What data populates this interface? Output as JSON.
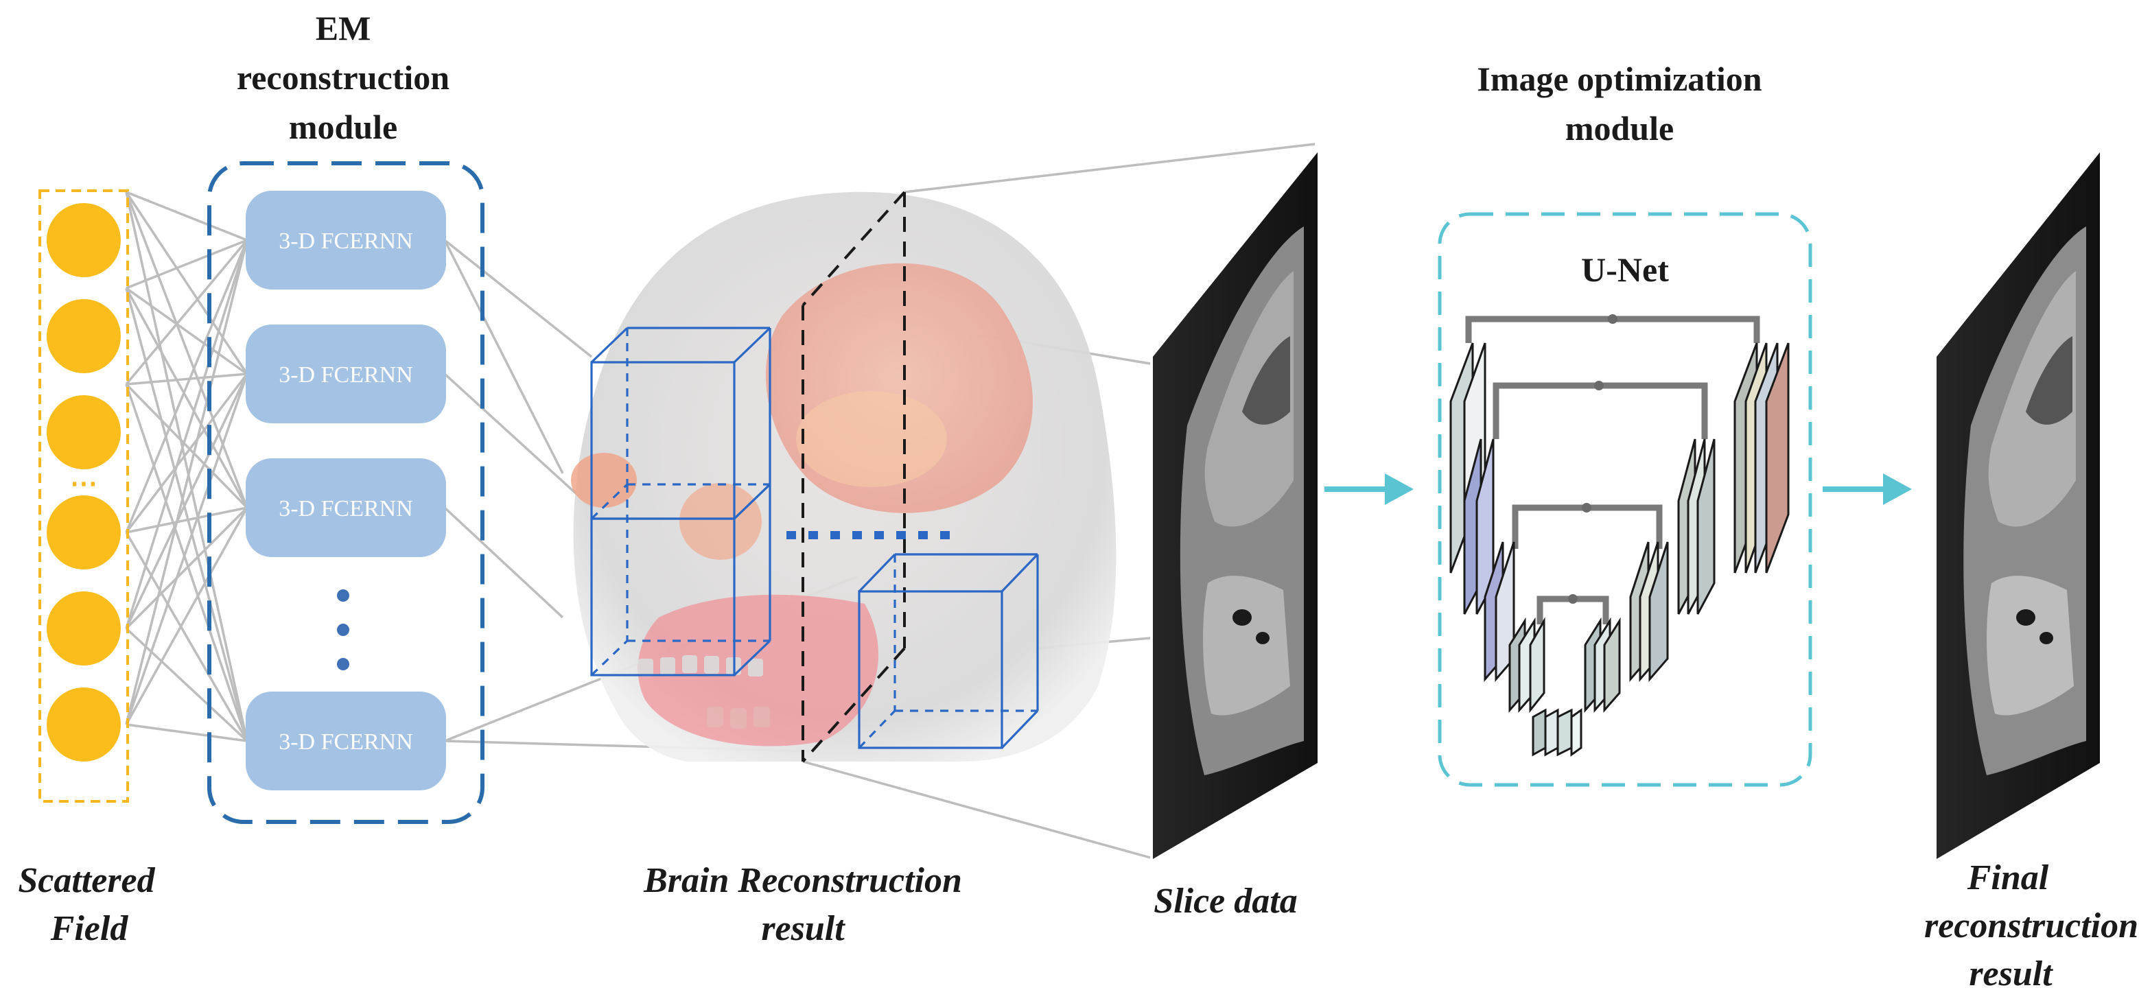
{
  "titles": {
    "em_module": [
      "EM",
      "reconstruction",
      "module"
    ],
    "image_module": [
      "Image optimization",
      "module"
    ],
    "unet": "U-Net"
  },
  "blocks": {
    "label": "3-D FCERNN",
    "items": [
      "3-D FCERNN",
      "3-D FCERNN",
      "3-D FCERNN",
      "3-D FCERNN"
    ]
  },
  "captions": {
    "scattered": [
      "Scattered",
      "Field"
    ],
    "brain": [
      "Brain Reconstruction",
      "result"
    ],
    "slice": [
      "Slice data"
    ],
    "final": [
      "Final",
      "reconstruction",
      "result"
    ]
  },
  "input_ellipsis": "⋯",
  "colors": {
    "input_node": "#fbbd1c",
    "input_border": "#f5b820",
    "block_fill": "#a4c2e3",
    "em_border": "#2a6bab",
    "unet_border": "#5bc4d3",
    "arrow": "#5bc4d3",
    "link": "#bdbdbd",
    "cube": "#2b67c4"
  },
  "icons": [
    "head-skull-render",
    "ct-slice-image",
    "arrow-right-icon",
    "unet-architecture"
  ]
}
